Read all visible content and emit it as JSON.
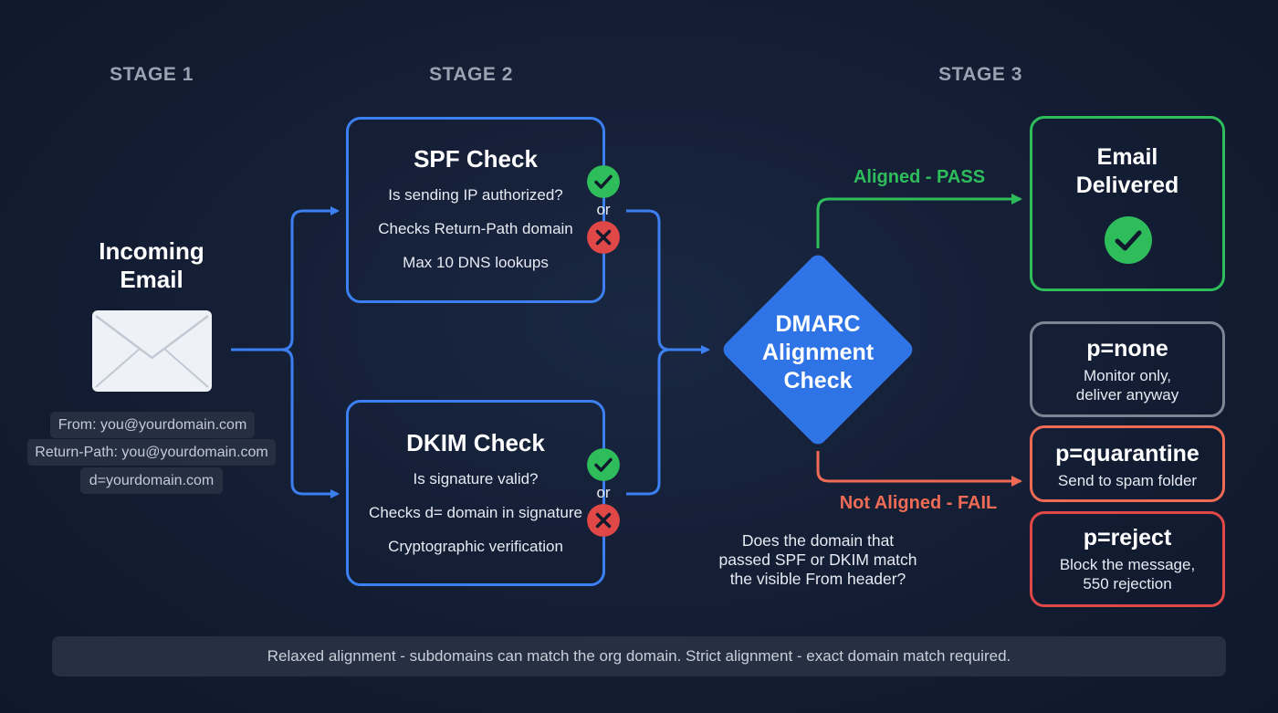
{
  "stages": {
    "s1": "STAGE 1",
    "s2": "STAGE 2",
    "s3": "STAGE 3"
  },
  "incoming": {
    "title_line1": "Incoming",
    "title_line2": "Email",
    "icon": "envelope-icon",
    "headers": [
      "From: you@yourdomain.com",
      "Return-Path: you@yourdomain.com",
      "d=yourdomain.com"
    ]
  },
  "spf": {
    "title": "SPF Check",
    "lines": [
      "Is sending IP authorized?",
      "Checks Return-Path domain",
      "Max 10 DNS lookups"
    ],
    "or": "or"
  },
  "dkim": {
    "title": "DKIM Check",
    "lines": [
      "Is signature valid?",
      "Checks d= domain in signature",
      "Cryptographic verification"
    ],
    "or": "or"
  },
  "dmarc": {
    "line1": "DMARC",
    "line2": "Alignment",
    "line3": "Check",
    "question": [
      "Does the domain that",
      "passed SPF or DKIM match",
      "the visible From header?"
    ]
  },
  "paths": {
    "pass": "Aligned - PASS",
    "fail": "Not Aligned - FAIL"
  },
  "outcomes": {
    "delivered": {
      "line1": "Email",
      "line2": "Delivered"
    },
    "none": {
      "title": "p=none",
      "sub1": "Monitor only,",
      "sub2": "deliver anyway"
    },
    "quarantine": {
      "title": "p=quarantine",
      "sub1": "Send to spam folder"
    },
    "reject": {
      "title": "p=reject",
      "sub1": "Block the message,",
      "sub2": "550 rejection"
    }
  },
  "footer": "Relaxed alignment - subdomains can match the org domain. Strict alignment - exact domain match required.",
  "colors": {
    "blue": "#3b7ff0",
    "green": "#2fbd5b",
    "red": "#e04848",
    "orange": "#ef6b55",
    "gray": "#7d8594",
    "background": "#131d33"
  }
}
